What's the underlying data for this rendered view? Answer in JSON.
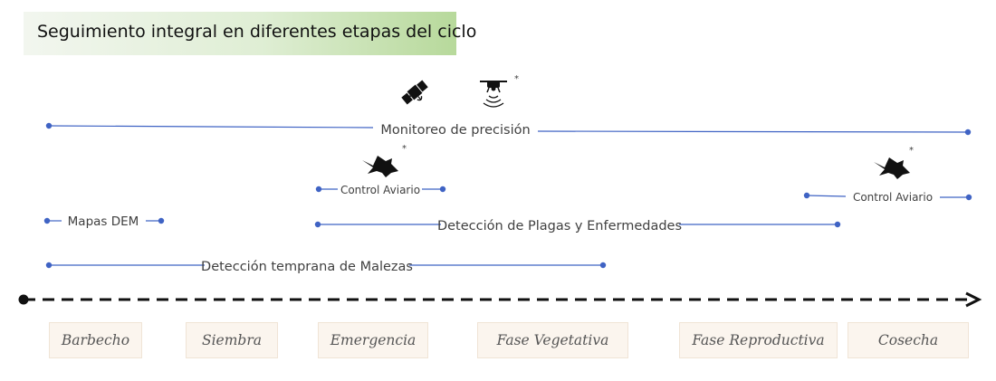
{
  "title": "Seguimiento integral en diferentes etapas del ciclo",
  "colors": {
    "line": "#3f63c4",
    "banner_start": "#f2f6ef",
    "banner_end": "#b7d99b",
    "stage_fill": "#fbf5ee",
    "timeline": "#111111"
  },
  "icons": {
    "satellite": "satellite-icon",
    "drone": "drone-icon",
    "bird": "bird-icon"
  },
  "asterisk": "*",
  "monitoring_label": "Monitoreo de precisión",
  "activities": {
    "control_aviario_1": "Control Aviario",
    "control_aviario_2": "Control Aviario",
    "mapas_dem": "Mapas DEM",
    "plagas": "Detección de Plagas y Enfermedades",
    "malezas": "Detección temprana de Malezas"
  },
  "stages": [
    {
      "name": "Barbecho"
    },
    {
      "name": "Siembra"
    },
    {
      "name": "Emergencia"
    },
    {
      "name": "Fase Vegetativa"
    },
    {
      "name": "Fase Reproductiva"
    },
    {
      "name": "Cosecha"
    }
  ]
}
